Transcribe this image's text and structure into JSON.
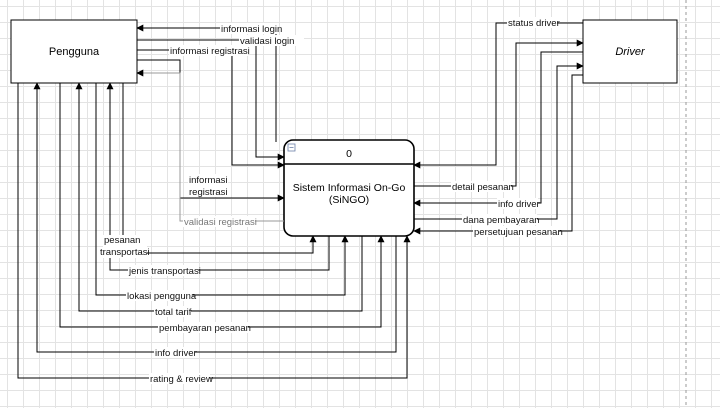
{
  "entities": {
    "pengguna": "Pengguna",
    "driver": "Driver"
  },
  "process": {
    "number": "0",
    "name_line1": "Sistem Informasi On-Go",
    "name_line2": "(SiNGO)"
  },
  "flows": {
    "informasi_login": "informasi login",
    "validasi_login": "validasi login",
    "informasi_registrasi_top": "informasi registrasi",
    "informasi_registrasi_mid_1": "informasi",
    "informasi_registrasi_mid_2": "registrasi",
    "validasi_registrasi": "validasi registrasi",
    "pesanan_transportasi_1": "pesanan",
    "pesanan_transportasi_2": "transportasi",
    "jenis_transportasi": "jenis transportasi",
    "lokasi_pengguna": "lokasi pengguna",
    "total_tarif": "total tarif",
    "pembayaran_pesanan": "pembayaran pesanan",
    "info_driver_bottom": "info driver",
    "rating_review": "rating & review",
    "status_driver": "status driver",
    "detail_pesanan": "detail pesanan",
    "info_driver_right": "info driver",
    "dana_pembayaran": "dana pembayaran",
    "persetujuan_pesanan": "persetujuan pesanan"
  }
}
